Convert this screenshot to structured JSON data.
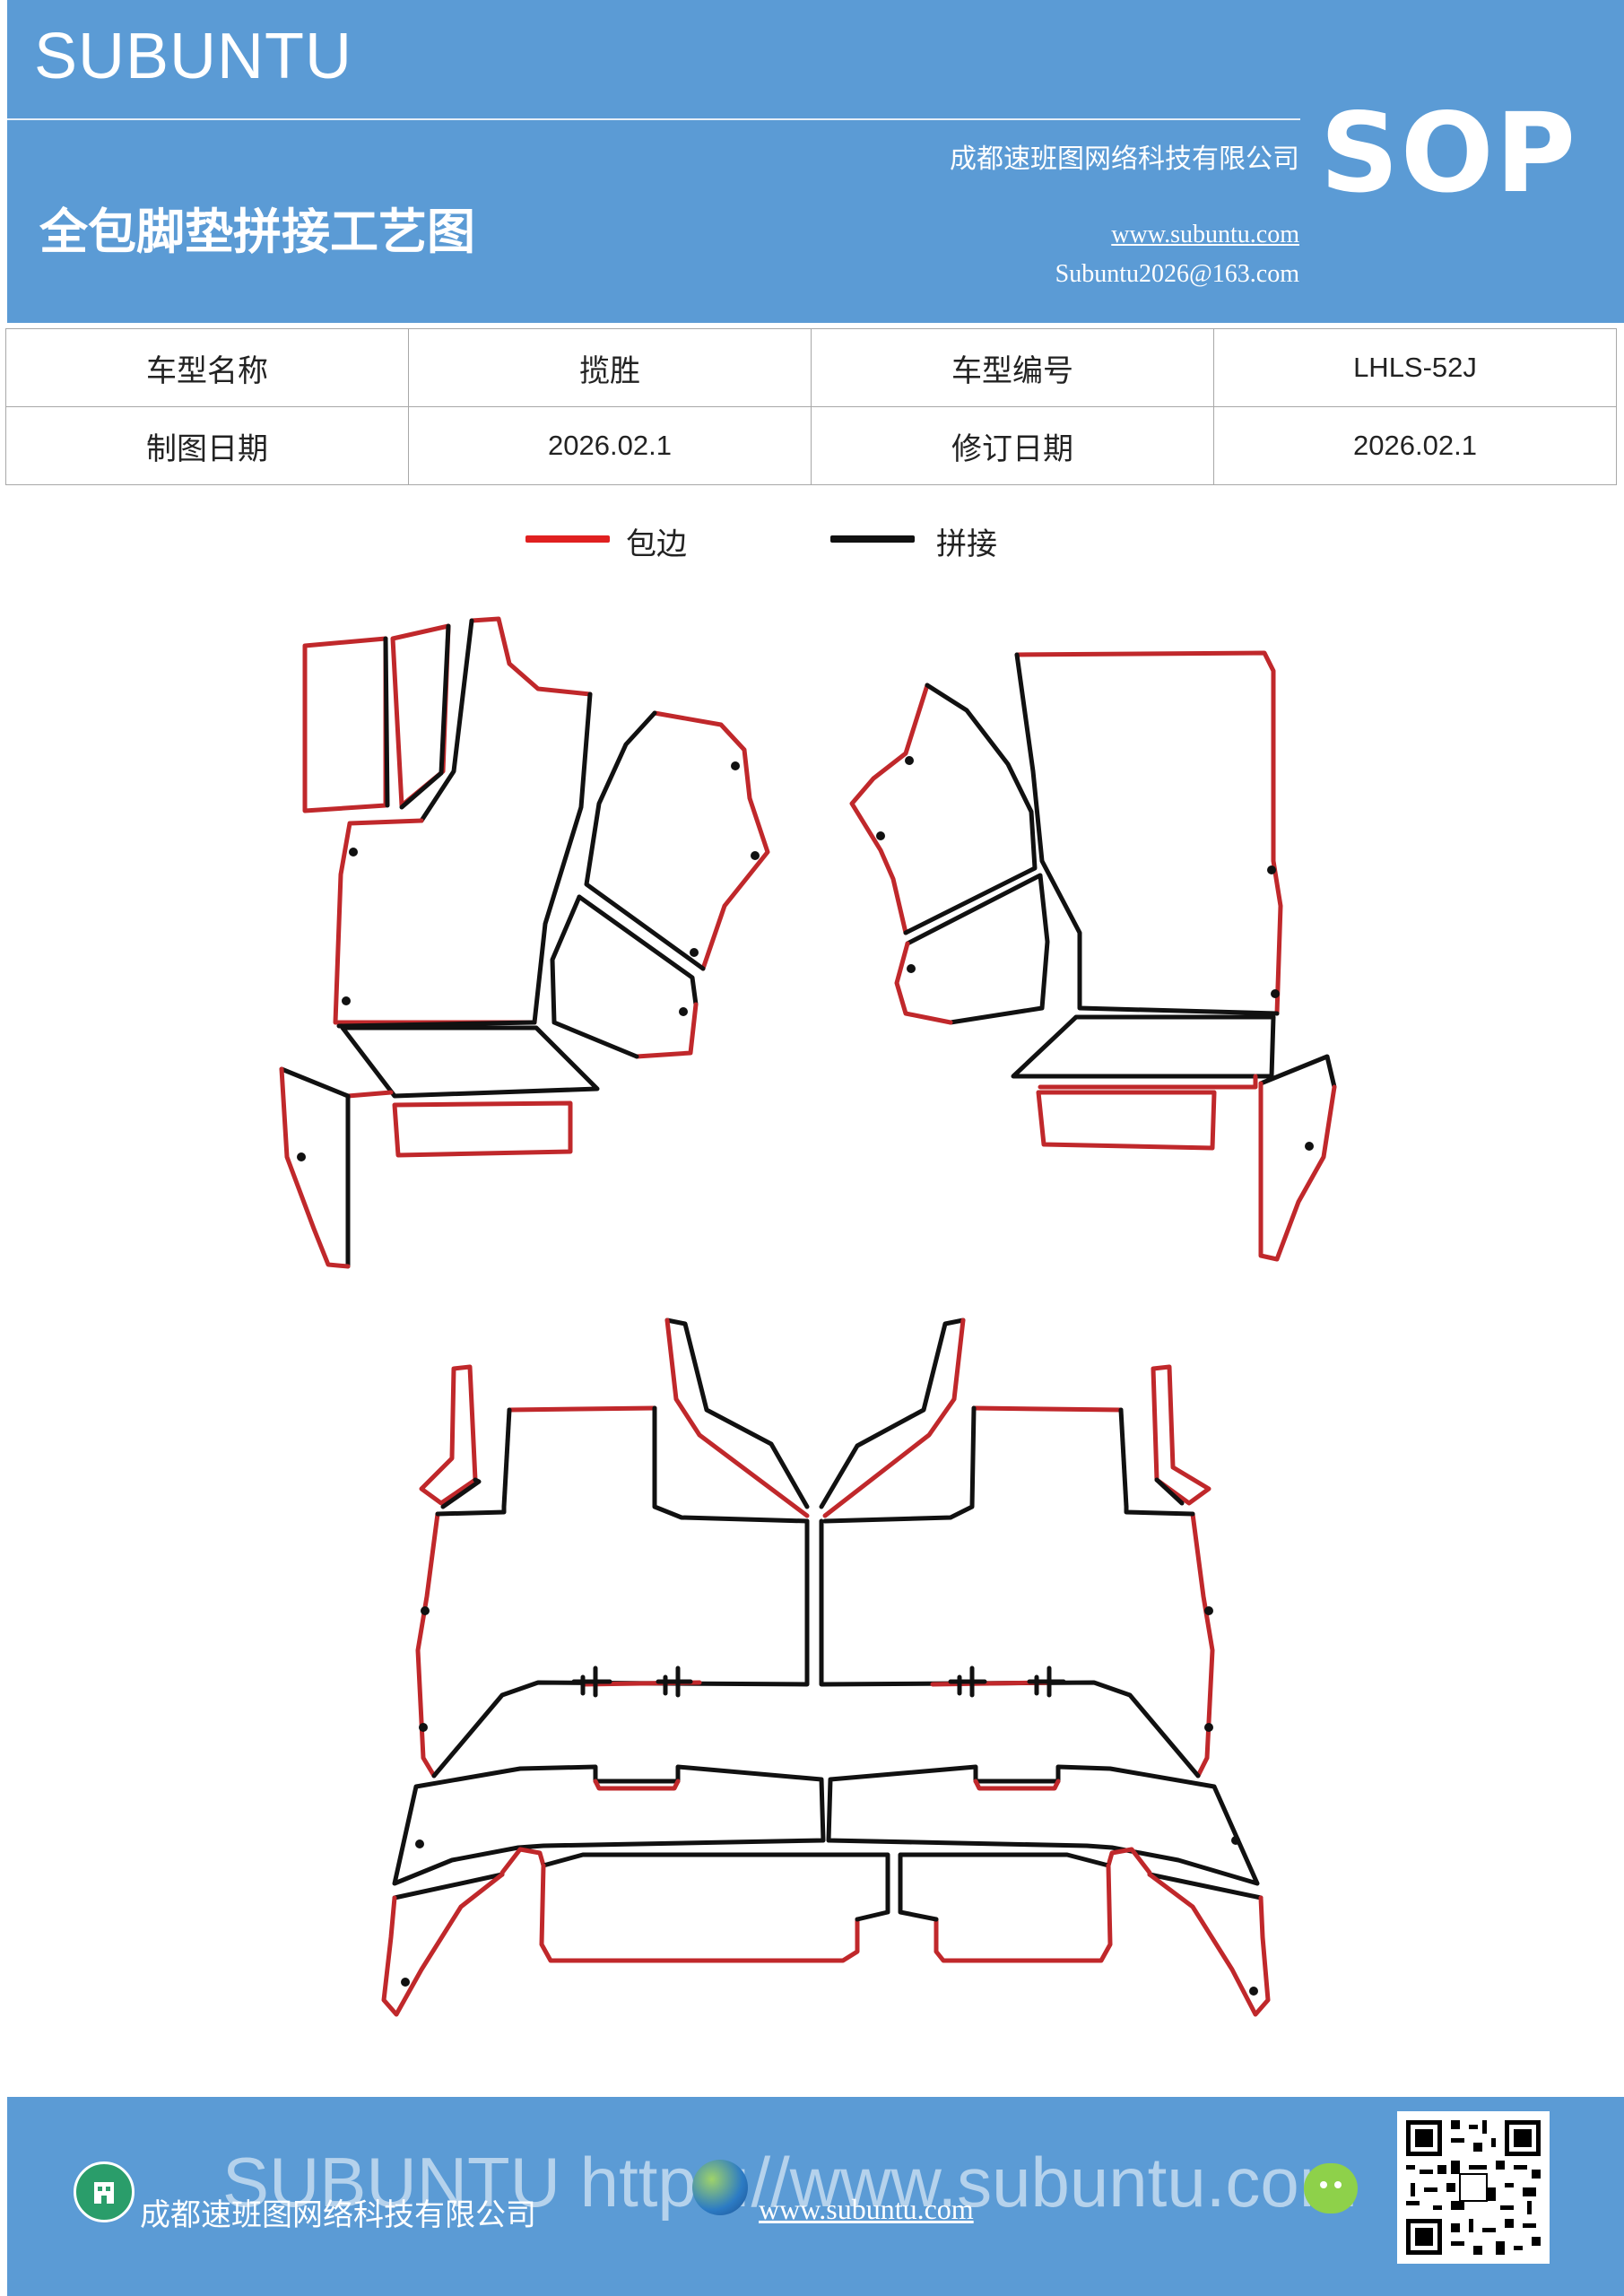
{
  "header": {
    "brand": "SUBUNTU",
    "company": "成都速班图网络科技有限公司",
    "title": "全包脚垫拼接工艺图",
    "website": "www.subuntu.com",
    "email": "Subuntu2026@163.com",
    "badge": "SOP"
  },
  "info": {
    "row1": [
      "车型名称",
      "揽胜",
      "车型编号",
      "LHLS-52J"
    ],
    "row2": [
      "制图日期",
      "2026.02.1",
      "修订日期",
      "2026.02.1"
    ]
  },
  "legend": [
    {
      "label": "包边",
      "color": "#e02020"
    },
    {
      "label": "拼接",
      "color": "#111111"
    }
  ],
  "colors": {
    "edge_binding": "#c0282b",
    "seam": "#111111",
    "brand_blue": "#5b9bd5"
  },
  "footer": {
    "watermark_url": "SUBUNTU https://www.subuntu.com",
    "company": "成都速班图网络科技有限公司",
    "website": "www.subuntu.com",
    "icons": [
      "building-icon",
      "globe-icon",
      "wechat-icon",
      "qr-code"
    ]
  }
}
